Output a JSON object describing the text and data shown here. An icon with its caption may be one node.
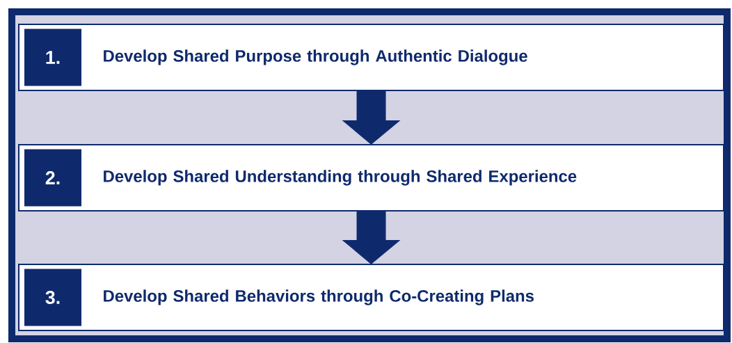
{
  "diagram": {
    "nodes": [
      {
        "text": [
          "Develop Shared Purpose through Authentic Dialogue"
        ]
      },
      {
        "text": [
          "1."
        ],
        "in": 0
      },
      {
        "text": [
          "Develop Shared Understanding through Shared Experience"
        ]
      },
      {
        "text": [
          "2."
        ],
        "in": 2
      },
      {
        "text": [
          "Develop Shared Behaviors through Co-Creating Plans"
        ]
      },
      {
        "text": [
          "3."
        ],
        "in": 4
      }
    ],
    "edges": [
      {
        "from": 0,
        "to": 2,
        "arrow": "to"
      },
      {
        "from": 2,
        "to": 4,
        "arrow": "to"
      }
    ]
  }
}
